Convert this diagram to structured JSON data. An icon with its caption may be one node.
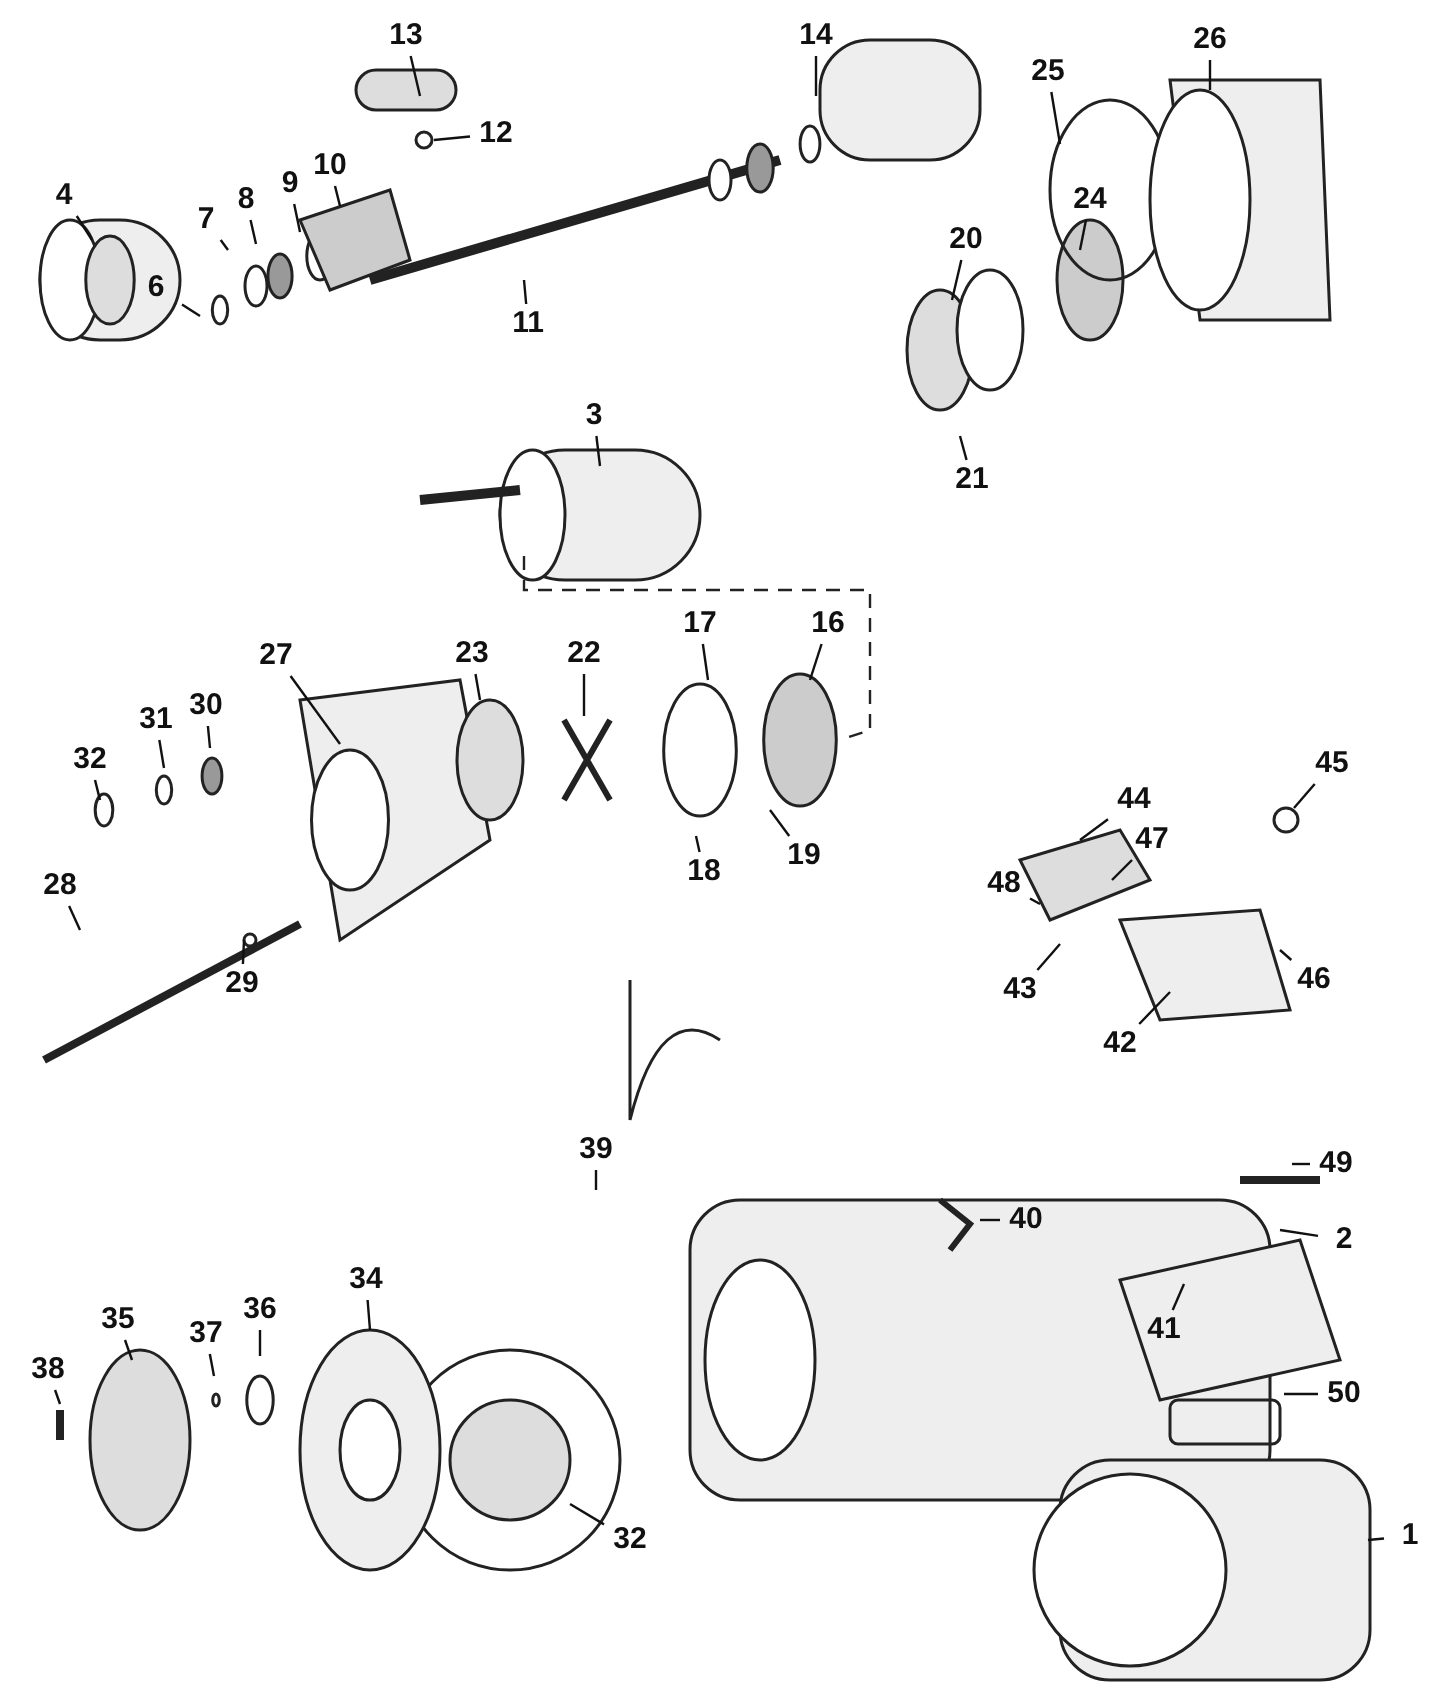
{
  "diagram": {
    "nodes": [
      {
        "text": [
          "13"
        ]
      },
      {
        "text": [
          "14"
        ]
      },
      {
        "text": [
          "26"
        ]
      },
      {
        "text": [
          "12"
        ]
      },
      {
        "text": [
          "25"
        ]
      },
      {
        "text": [
          "10"
        ]
      },
      {
        "text": [
          "9"
        ]
      },
      {
        "text": [
          "4"
        ]
      },
      {
        "text": [
          "8"
        ]
      },
      {
        "text": [
          "7"
        ]
      },
      {
        "text": [
          "24"
        ]
      },
      {
        "text": [
          "20"
        ]
      },
      {
        "text": [
          "6"
        ]
      },
      {
        "text": [
          "11"
        ]
      },
      {
        "text": [
          "3"
        ]
      },
      {
        "text": [
          "21"
        ]
      },
      {
        "text": [
          "17"
        ]
      },
      {
        "text": [
          "16"
        ]
      },
      {
        "text": [
          "27"
        ]
      },
      {
        "text": [
          "23"
        ]
      },
      {
        "text": [
          "22"
        ]
      },
      {
        "text": [
          "30"
        ]
      },
      {
        "text": [
          "31"
        ]
      },
      {
        "text": [
          "32"
        ]
      },
      {
        "text": [
          "45"
        ]
      },
      {
        "text": [
          "44"
        ]
      },
      {
        "text": [
          "47"
        ]
      },
      {
        "text": [
          "19"
        ]
      },
      {
        "text": [
          "18"
        ]
      },
      {
        "text": [
          "48"
        ]
      },
      {
        "text": [
          "28"
        ]
      },
      {
        "text": [
          "29"
        ]
      },
      {
        "text": [
          "43"
        ]
      },
      {
        "text": [
          "46"
        ]
      },
      {
        "text": [
          "42"
        ]
      },
      {
        "text": [
          "39"
        ]
      },
      {
        "text": [
          "49"
        ]
      },
      {
        "text": [
          "40"
        ]
      },
      {
        "text": [
          "2"
        ]
      },
      {
        "text": [
          "34"
        ]
      },
      {
        "text": [
          "36"
        ]
      },
      {
        "text": [
          "35"
        ]
      },
      {
        "text": [
          "37"
        ]
      },
      {
        "text": [
          "41"
        ]
      },
      {
        "text": [
          "38"
        ]
      },
      {
        "text": [
          "50"
        ]
      },
      {
        "text": [
          "32"
        ]
      },
      {
        "text": [
          "1"
        ]
      }
    ],
    "edges": [
      {
        "from": 0,
        "to": null,
        "arrow": "none"
      },
      {
        "from": 1,
        "to": null,
        "arrow": "none"
      },
      {
        "from": 2,
        "to": null,
        "arrow": "none"
      },
      {
        "from": 3,
        "to": null,
        "arrow": "none"
      },
      {
        "from": 4,
        "to": null,
        "arrow": "none"
      },
      {
        "from": 5,
        "to": null,
        "arrow": "none"
      },
      {
        "from": 6,
        "to": null,
        "arrow": "none"
      },
      {
        "from": 7,
        "to": null,
        "arrow": "none"
      },
      {
        "from": 8,
        "to": null,
        "arrow": "none"
      },
      {
        "from": 9,
        "to": null,
        "arrow": "none"
      },
      {
        "from": 10,
        "to": null,
        "arrow": "none"
      },
      {
        "from": 11,
        "to": null,
        "arrow": "none"
      },
      {
        "from": 12,
        "to": null,
        "arrow": "none"
      },
      {
        "from": 13,
        "to": null,
        "arrow": "none"
      },
      {
        "from": 14,
        "to": null,
        "arrow": "none"
      },
      {
        "from": 15,
        "to": null,
        "arrow": "none"
      },
      {
        "from": 16,
        "to": null,
        "arrow": "none"
      },
      {
        "from": 17,
        "to": null,
        "arrow": "none"
      },
      {
        "from": 18,
        "to": null,
        "arrow": "none"
      },
      {
        "from": 19,
        "to": null,
        "arrow": "none"
      },
      {
        "from": 20,
        "to": null,
        "arrow": "none"
      },
      {
        "from": 21,
        "to": null,
        "arrow": "none"
      },
      {
        "from": 22,
        "to": null,
        "arrow": "none"
      },
      {
        "from": 23,
        "to": null,
        "arrow": "none"
      },
      {
        "from": 24,
        "to": null,
        "arrow": "none"
      },
      {
        "from": 25,
        "to": null,
        "arrow": "none"
      },
      {
        "from": 26,
        "to": null,
        "arrow": "none"
      },
      {
        "from": 27,
        "to": null,
        "arrow": "none"
      },
      {
        "from": 28,
        "to": null,
        "arrow": "none"
      },
      {
        "from": 29,
        "to": null,
        "arrow": "none"
      },
      {
        "from": 30,
        "to": null,
        "arrow": "none"
      },
      {
        "from": 31,
        "to": null,
        "arrow": "none"
      },
      {
        "from": 32,
        "to": null,
        "arrow": "none"
      },
      {
        "from": 33,
        "to": null,
        "arrow": "none"
      },
      {
        "from": 34,
        "to": null,
        "arrow": "none"
      },
      {
        "from": 35,
        "to": null,
        "arrow": "none"
      },
      {
        "from": 36,
        "to": null,
        "arrow": "none"
      },
      {
        "from": 37,
        "to": null,
        "arrow": "none"
      },
      {
        "from": 38,
        "to": null,
        "arrow": "none"
      },
      {
        "from": 39,
        "to": null,
        "arrow": "none"
      },
      {
        "from": 40,
        "to": null,
        "arrow": "none"
      },
      {
        "from": 41,
        "to": null,
        "arrow": "none"
      },
      {
        "from": 42,
        "to": null,
        "arrow": "none"
      },
      {
        "from": 43,
        "to": null,
        "arrow": "none"
      },
      {
        "from": 44,
        "to": null,
        "arrow": "none"
      },
      {
        "from": 45,
        "to": null,
        "arrow": "none"
      },
      {
        "from": 46,
        "to": null,
        "arrow": "none"
      },
      {
        "from": 47,
        "to": null,
        "arrow": "none"
      }
    ]
  }
}
